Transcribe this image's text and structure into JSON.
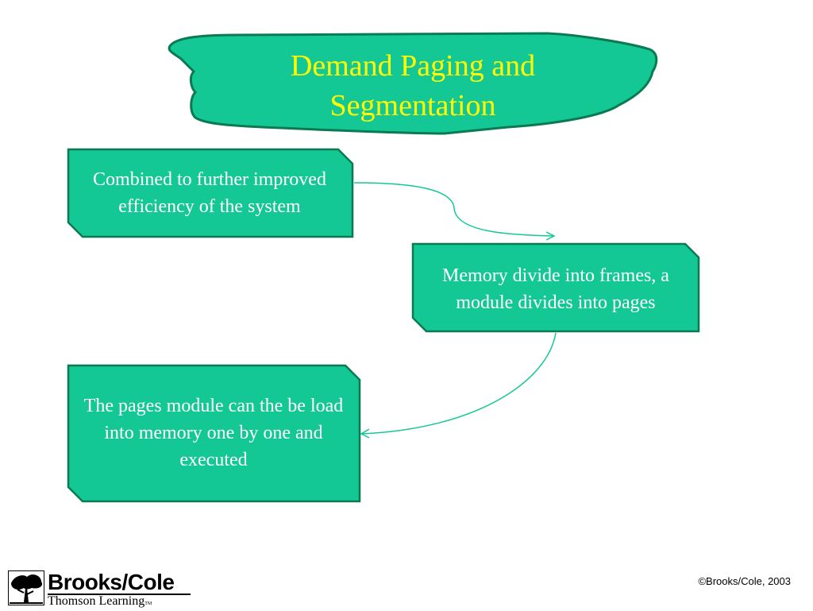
{
  "colors": {
    "fill": "#14c896",
    "stroke": "#0a7a50",
    "title_text": "#ffff00",
    "box_text": "#ffffff",
    "connector": "#14c896"
  },
  "title": {
    "line1": "Demand Paging and",
    "line2": "Segmentation"
  },
  "boxes": [
    {
      "text": "Combined to further improved efficiency of the system"
    },
    {
      "text": "Memory divide into frames, a module divides into pages"
    },
    {
      "text": "The pages module can the be load into memory one by one and executed"
    }
  ],
  "footer": {
    "logo_name": "Brooks/Cole",
    "logo_sub": "Thomson Learning",
    "logo_tm": "TM",
    "logo_icon": "tree-icon",
    "copyright": "©Brooks/Cole, 2003"
  }
}
